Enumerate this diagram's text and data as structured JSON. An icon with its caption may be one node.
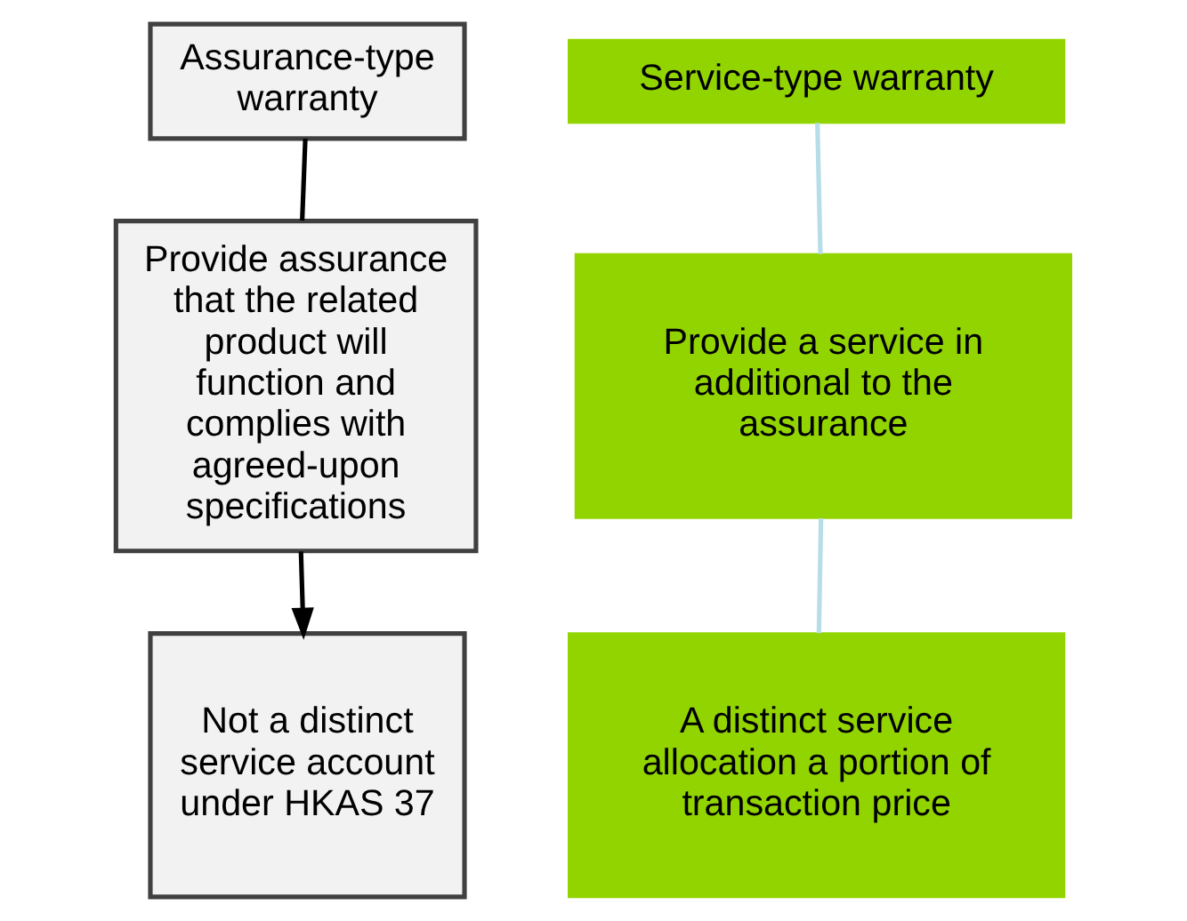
{
  "diagram": {
    "nodes": [
      {
        "text": [
          "Assurance-type warranty"
        ]
      },
      {
        "text": [
          "Provide assurance that the related product will function and complies with agreed-upon specifications"
        ]
      },
      {
        "text": [
          "Not a distinct service account under HKAS 37"
        ]
      },
      {
        "text": [
          "Service-type warranty"
        ]
      },
      {
        "text": [
          "Provide a service in additional to the assurance"
        ]
      },
      {
        "text": [
          "A distinct service allocation a portion of transaction price"
        ]
      }
    ],
    "edges": [
      {
        "from": 0,
        "to": 1,
        "arrow": "none",
        "color": "#000000"
      },
      {
        "from": 1,
        "to": 2,
        "arrow": "to",
        "color": "#000000"
      },
      {
        "from": 3,
        "to": 4,
        "arrow": "none",
        "color": "#b7dde8"
      },
      {
        "from": 4,
        "to": 5,
        "arrow": "none",
        "color": "#b7dde8"
      }
    ]
  }
}
